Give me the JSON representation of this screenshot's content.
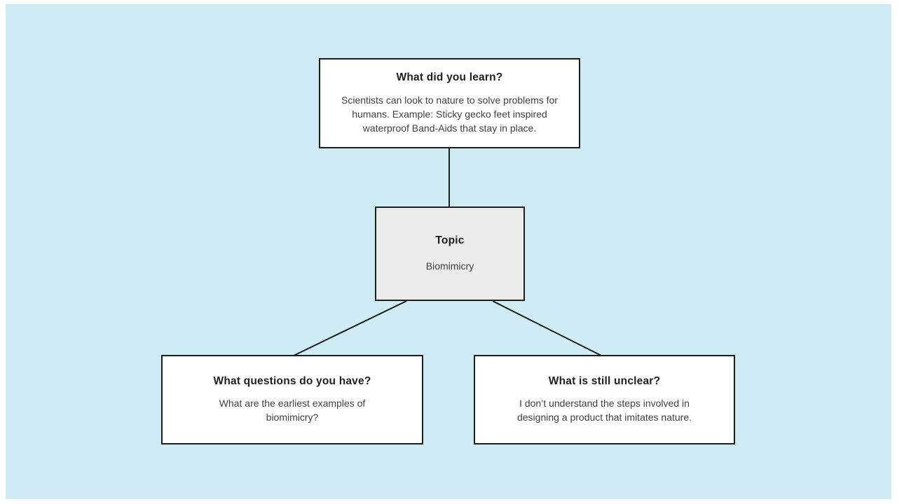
{
  "canvas": {
    "background_color": "#cfecf4",
    "frame_color": "#ffffff",
    "connector_color": "#1c1c1c",
    "node_border_color": "#1c1c1c",
    "topic_fill_color": "#ececec"
  },
  "nodes": {
    "learn": {
      "title": "What did you learn?",
      "body": "Scientists can look to nature to solve problems for humans. Example: Sticky gecko feet inspired waterproof Band-Aids that stay in place."
    },
    "topic": {
      "title": "Topic",
      "body": "Biomimicry"
    },
    "questions": {
      "title": "What questions do you have?",
      "body": "What are the earliest examples of biomimicry?"
    },
    "unclear": {
      "title": "What is still unclear?",
      "body": "I don’t understand the steps involved in designing a product that imitates nature."
    }
  }
}
